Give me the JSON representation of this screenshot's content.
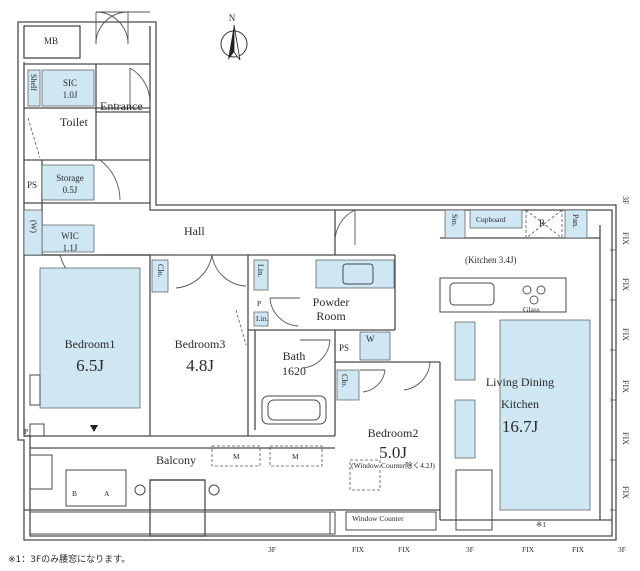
{
  "north_label": "N",
  "footnote": "※1：3Fのみ腰窓になります。",
  "footnote_mark": "※1",
  "rooms": {
    "mb": "MB",
    "sic": "SIC",
    "sic_size": "1.0J",
    "shelf": "Shelf",
    "entrance": "Entrance",
    "toilet": "Toilet",
    "ps": "PS",
    "storage": "Storage",
    "storage_size": "0.5J",
    "wic": "WIC",
    "wic_size": "1.1J",
    "wic_side": "(W)",
    "hall": "Hall",
    "sto": "Sto.",
    "cupboard": "Cupboard",
    "r": "R",
    "pan": "Pan.",
    "kitchen": "(Kitchen 3.4J)",
    "glass": "Glass",
    "bedroom1": "Bedroom1",
    "bedroom1_size": "6.5J",
    "bedroom3": "Bedroom3",
    "bedroom3_size": "4.8J",
    "clo": "Clo.",
    "lin": "Lin.",
    "p": "P",
    "powder_room_1": "Powder",
    "powder_room_2": "Room",
    "bath": "Bath",
    "bath_size": "1620",
    "w": "W",
    "bedroom2": "Bedroom2",
    "bedroom2_size": "5.0J",
    "bedroom2_note": "(Window Counter除く4.2J)",
    "ldk_1": "Living Dining",
    "ldk_2": "Kitchen",
    "ldk_size": "16.7J",
    "balcony": "Balcony",
    "m": "M",
    "a": "A",
    "b": "B",
    "window_counter": "Window Counter",
    "three_f": "3F",
    "fix": "FIX"
  },
  "colors": {
    "wall": "#4a4a4a",
    "wall_fill": "#ffffff",
    "room_tint": "#cfe6f3",
    "cabinet_tint": "#dbeef8",
    "line": "#555555"
  },
  "icons": [
    "north-arrow-icon",
    "stove-burner-icon",
    "sink-icon",
    "bathtub-icon"
  ]
}
